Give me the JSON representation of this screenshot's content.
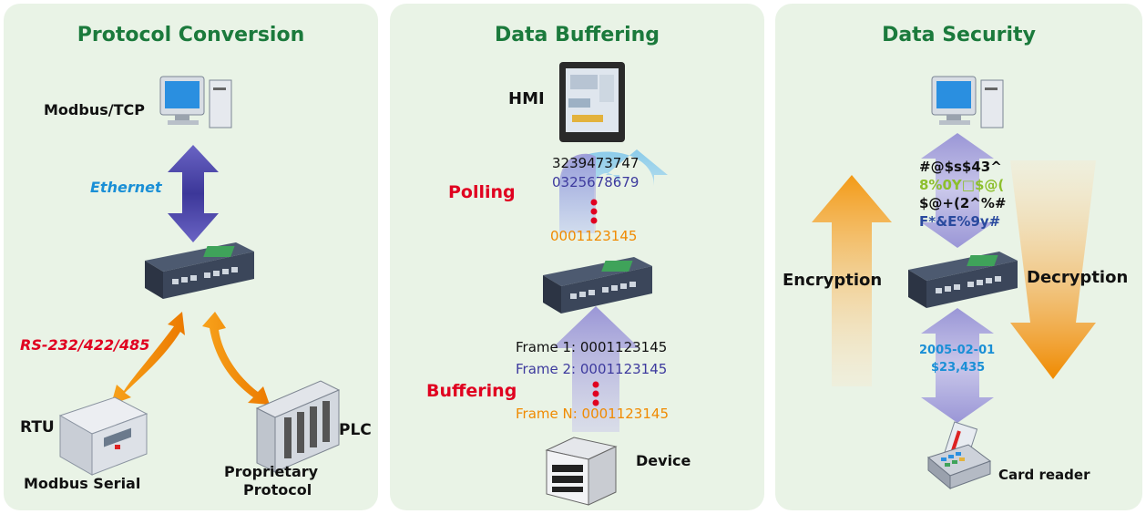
{
  "colors": {
    "panel_bg": "#e9f3e6",
    "title_green": "#1b7a3c",
    "red_label": "#e00020",
    "blue_label": "#1a8fd6",
    "orange": "#f08a00",
    "purple": "#4f4aa8"
  },
  "panels": {
    "protocol": {
      "title": "Protocol Conversion",
      "modbus_tcp": "Modbus/TCP",
      "ethernet": "Ethernet",
      "rs": "RS-232/422/485",
      "rtu": "RTU",
      "modbus_serial": "Modbus Serial",
      "plc": "PLC",
      "proprietary_1": "Proprietary",
      "proprietary_2": "Protocol"
    },
    "buffering": {
      "title": "Data Buffering",
      "hmi": "HMI",
      "polling": "Polling",
      "poll_num_1": "3239473747",
      "poll_num_2": "0325678679",
      "poll_num_3": "0001123145",
      "buffering": "Buffering",
      "frame_1": "Frame 1: 0001123145",
      "frame_2": "Frame 2: 0001123145",
      "frame_n": "Frame N: 0001123145",
      "device": "Device"
    },
    "security": {
      "title": "Data Security",
      "cipher_1": "#@$s$43^",
      "cipher_2": "8%0Y□$@(",
      "cipher_3": "$@+(2^%#",
      "cipher_4": "F*&E%9y#",
      "encryption": "Encryption",
      "decryption": "Decryption",
      "plain_1": "2005-02-01",
      "plain_2": "$23,435",
      "card_reader": "Card reader"
    }
  },
  "icons": [
    "computer-icon",
    "gateway-device-icon",
    "rtu-icon",
    "plc-icon",
    "hmi-monitor-icon",
    "device-box-icon",
    "card-reader-icon"
  ]
}
